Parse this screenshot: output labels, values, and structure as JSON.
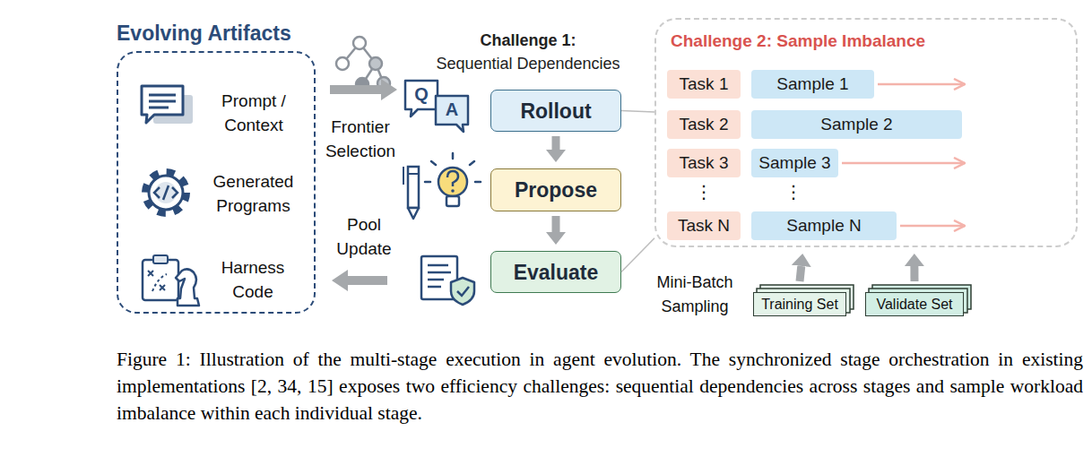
{
  "diagram": {
    "caption": "Figure 1: Illustration of the multi-stage execution in agent evolution. The synchronized stage orchestration in existing implementations [2, 34, 15] exposes two efficiency challenges: sequential dependencies across stages and sample workload imbalance within each individual stage.",
    "nodes": [
      {
        "text": [
          "Evolving Artifacts"
        ]
      },
      {
        "text": [
          "Rollout"
        ]
      },
      {
        "text": [
          "Propose"
        ]
      },
      {
        "text": [
          "Evaluate"
        ]
      },
      {
        "text": [
          "Challenge 2: Sample Imbalance"
        ]
      },
      {
        "text": [
          "Task 1"
        ],
        "in": 4
      },
      {
        "text": [
          "Sample 1"
        ],
        "in": 4
      },
      {
        "text": [
          "Task 2"
        ],
        "in": 4
      },
      {
        "text": [
          "Sample 2"
        ],
        "in": 4
      },
      {
        "text": [
          "Task 3"
        ],
        "in": 4
      },
      {
        "text": [
          "Sample 3"
        ],
        "in": 4
      },
      {
        "text": [
          "Task N"
        ],
        "in": 4
      },
      {
        "text": [
          "Sample N"
        ],
        "in": 4
      },
      {
        "text": [
          "Training Set"
        ]
      },
      {
        "text": [
          "Validate Set"
        ]
      }
    ],
    "edges": [
      {
        "from": 1,
        "to": 2,
        "arrow": "to"
      },
      {
        "from": 2,
        "to": 3,
        "arrow": "to"
      },
      {
        "from": 1,
        "to": 4,
        "arrow": "none"
      },
      {
        "from": 3,
        "to": 4,
        "arrow": "none"
      },
      {
        "from": 13,
        "to": 4,
        "arrow": "to"
      },
      {
        "from": 14,
        "to": 4,
        "arrow": "to"
      }
    ],
    "labels": [
      "Prompt / Context",
      "Generated Programs",
      "Harness Code",
      "Frontier Selection",
      "Pool Update",
      "Challenge 1:",
      "Sequential Dependencies",
      "Q",
      "A",
      "⋮",
      "⋮",
      "Mini-Batch Sampling"
    ]
  }
}
